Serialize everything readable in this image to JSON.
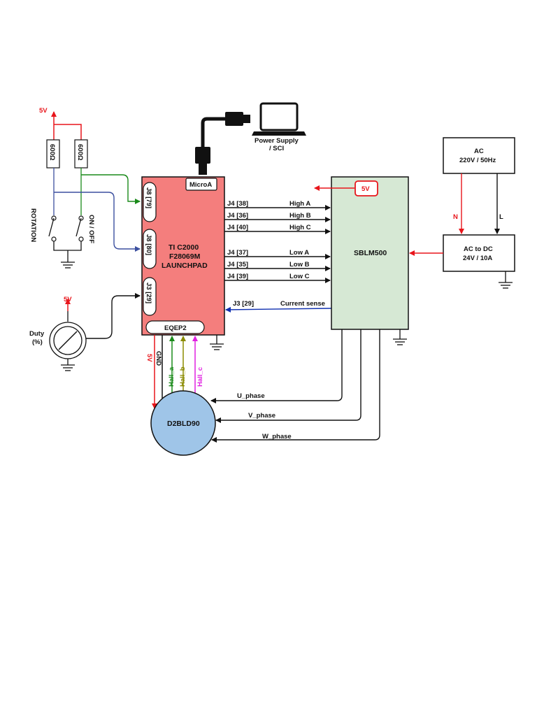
{
  "colors": {
    "red": "#e8151b",
    "green": "#1a8a1a",
    "blue_signal": "#3b4f9f",
    "blue_sense": "#1030b0",
    "olive": "#8a8a00",
    "magenta": "#e020e0",
    "mcu_fill": "#f47e7d",
    "sblm_fill": "#d6e8d4",
    "motor_fill": "#9fc5e8"
  },
  "supplies": {
    "switch_supply": "5V",
    "pot_supply": "5V",
    "sblm_supply": "5V"
  },
  "resistors": [
    {
      "label": "600Ω"
    },
    {
      "label": "600Ω"
    }
  ],
  "switches": {
    "rotation": "ROTATION",
    "on_off": "ON / OFF"
  },
  "pot": {
    "label_line1": "Duty",
    "label_line2": "(%)"
  },
  "mcu": {
    "title_line1": "TI C2000",
    "title_line2": "F28069M",
    "title_line3": "LAUNCHPAD",
    "microa": "MicroA",
    "eqep": "EQEP2",
    "pins": [
      "J8 [79]",
      "J8 [80]",
      "J3 [29]"
    ]
  },
  "laptop": {
    "label_line1": "Power Supply",
    "label_line2": "/ SCI"
  },
  "ac_source": {
    "line1": "AC",
    "line2": "220V / 50Hz"
  },
  "ac_dc": {
    "line1": "AC to DC",
    "line2": "24V / 10A",
    "n_label": "N",
    "l_label": "L"
  },
  "sblm": {
    "label": "SBLM500"
  },
  "gate_signals": [
    {
      "pin": "J4 [38]",
      "name": "High A"
    },
    {
      "pin": "J4 [36]",
      "name": "High B"
    },
    {
      "pin": "J4 [40]",
      "name": "High C"
    },
    {
      "pin": "J4 [37]",
      "name": "Low A"
    },
    {
      "pin": "J4 [35]",
      "name": "Low B"
    },
    {
      "pin": "J4 [39]",
      "name": "Low C"
    }
  ],
  "current_sense": {
    "pin": "J3 [29]",
    "name": "Current sense"
  },
  "motor": {
    "label": "D2BLD90",
    "wires": [
      "5V",
      "GND",
      "Hall_a",
      "Hall_b",
      "Hall_c"
    ]
  },
  "phases": [
    "U_phase",
    "V_phase",
    "W_phase"
  ]
}
